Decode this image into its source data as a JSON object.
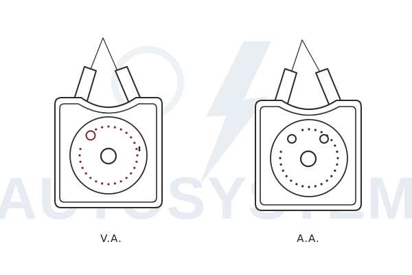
{
  "watermark": {
    "text": "AUTOSYSTEM",
    "color": "#e6ecf1"
  },
  "line_color": "#2b2b2b",
  "views": [
    {
      "label": "V.A.",
      "accent_color": "#7a2a2a"
    },
    {
      "label": "A.A.",
      "accent_color": "#2b2b2b"
    }
  ]
}
